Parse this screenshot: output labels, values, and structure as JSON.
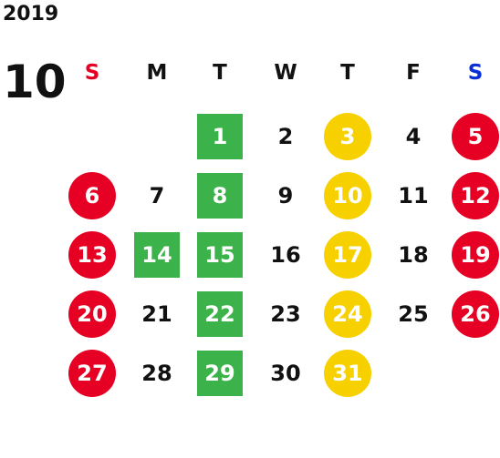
{
  "year": "2019",
  "month": "10",
  "weekdays": [
    "S",
    "M",
    "T",
    "W",
    "T",
    "F",
    "S"
  ],
  "weekday_colors": [
    "#e60023",
    "#111111",
    "#111111",
    "#111111",
    "#111111",
    "#111111",
    "#0a2fd6"
  ],
  "colors": {
    "sunday": "#e60023",
    "green": "#3cb34a",
    "yellow": "#f7d000",
    "text": "#111111"
  },
  "weeks": [
    [
      null,
      null,
      {
        "d": "1",
        "s": "green"
      },
      {
        "d": "2"
      },
      {
        "d": "3",
        "s": "yellow"
      },
      {
        "d": "4"
      },
      {
        "d": "5",
        "s": "red"
      }
    ],
    [
      {
        "d": "6",
        "s": "red"
      },
      {
        "d": "7"
      },
      {
        "d": "8",
        "s": "green"
      },
      {
        "d": "9"
      },
      {
        "d": "10",
        "s": "yellow"
      },
      {
        "d": "11"
      },
      {
        "d": "12",
        "s": "red"
      }
    ],
    [
      {
        "d": "13",
        "s": "red"
      },
      {
        "d": "14",
        "s": "green"
      },
      {
        "d": "15",
        "s": "green"
      },
      {
        "d": "16"
      },
      {
        "d": "17",
        "s": "yellow"
      },
      {
        "d": "18"
      },
      {
        "d": "19",
        "s": "red"
      }
    ],
    [
      {
        "d": "20",
        "s": "red"
      },
      {
        "d": "21"
      },
      {
        "d": "22",
        "s": "green"
      },
      {
        "d": "23"
      },
      {
        "d": "24",
        "s": "yellow"
      },
      {
        "d": "25"
      },
      {
        "d": "26",
        "s": "red"
      }
    ],
    [
      {
        "d": "27",
        "s": "red"
      },
      {
        "d": "28"
      },
      {
        "d": "29",
        "s": "green"
      },
      {
        "d": "30"
      },
      {
        "d": "31",
        "s": "yellow"
      },
      null,
      null
    ]
  ]
}
